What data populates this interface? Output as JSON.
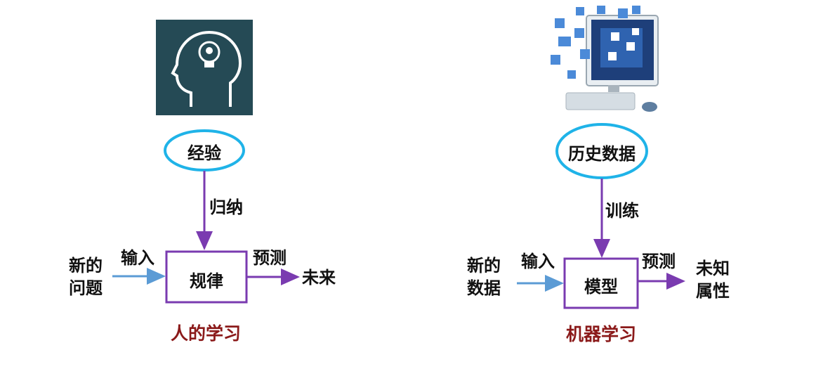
{
  "left": {
    "source_label": "经验",
    "process_label": "归纳",
    "core_label": "规律",
    "input_text_line1": "新的",
    "input_text_line2": "问题",
    "input_arrow_label": "输入",
    "output_arrow_label": "预测",
    "output_text": "未来",
    "caption": "人的学习",
    "image_icon": "head-with-lightbulb-icon"
  },
  "right": {
    "source_label": "历史数据",
    "process_label": "训练",
    "core_label": "模型",
    "input_text_line1": "新的",
    "input_text_line2": "数据",
    "input_arrow_label": "输入",
    "output_arrow_label": "预测",
    "output_text_line1": "未知",
    "output_text_line2": "属性",
    "caption": "机器学习",
    "image_icon": "computer-with-app-icons"
  },
  "colors": {
    "ellipse_stroke": "#1fb3e8",
    "box_stroke": "#7a3bb0",
    "vertical_arrow": "#7a3bb0",
    "input_arrow": "#5b9bd5",
    "output_arrow": "#7a3bb0",
    "caption": "#8b1a1a",
    "head_bg": "#254a55"
  }
}
